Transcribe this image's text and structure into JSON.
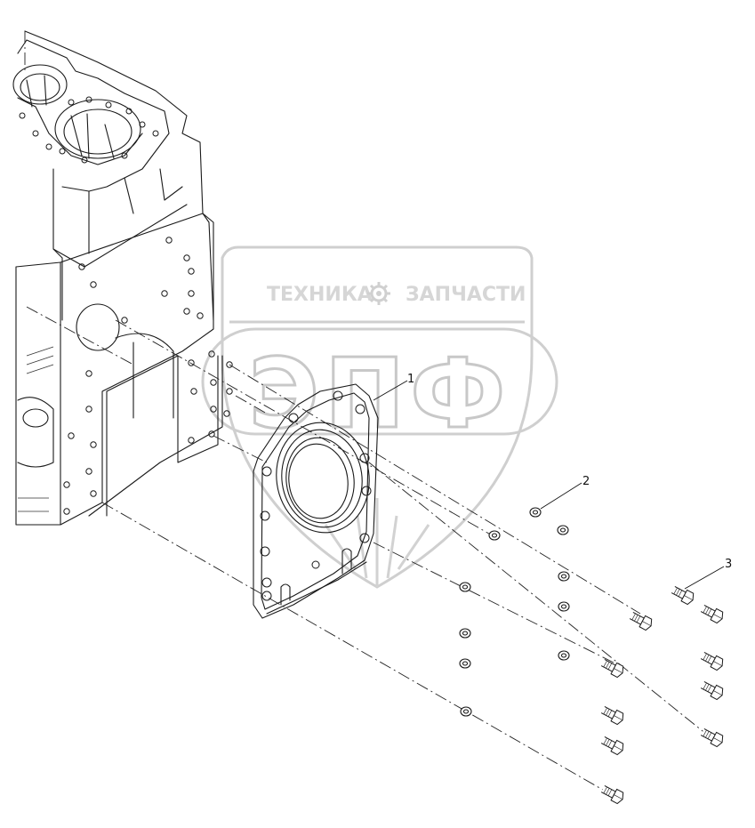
{
  "watermark": {
    "line1_left": "ТЕХНИКА",
    "line1_right": "ЗАПЧАСТИ",
    "monogram": "ЭПФ"
  },
  "callouts": [
    {
      "label": "1"
    },
    {
      "label": "2"
    },
    {
      "label": "3"
    }
  ],
  "icons": [
    "gear-icon"
  ]
}
